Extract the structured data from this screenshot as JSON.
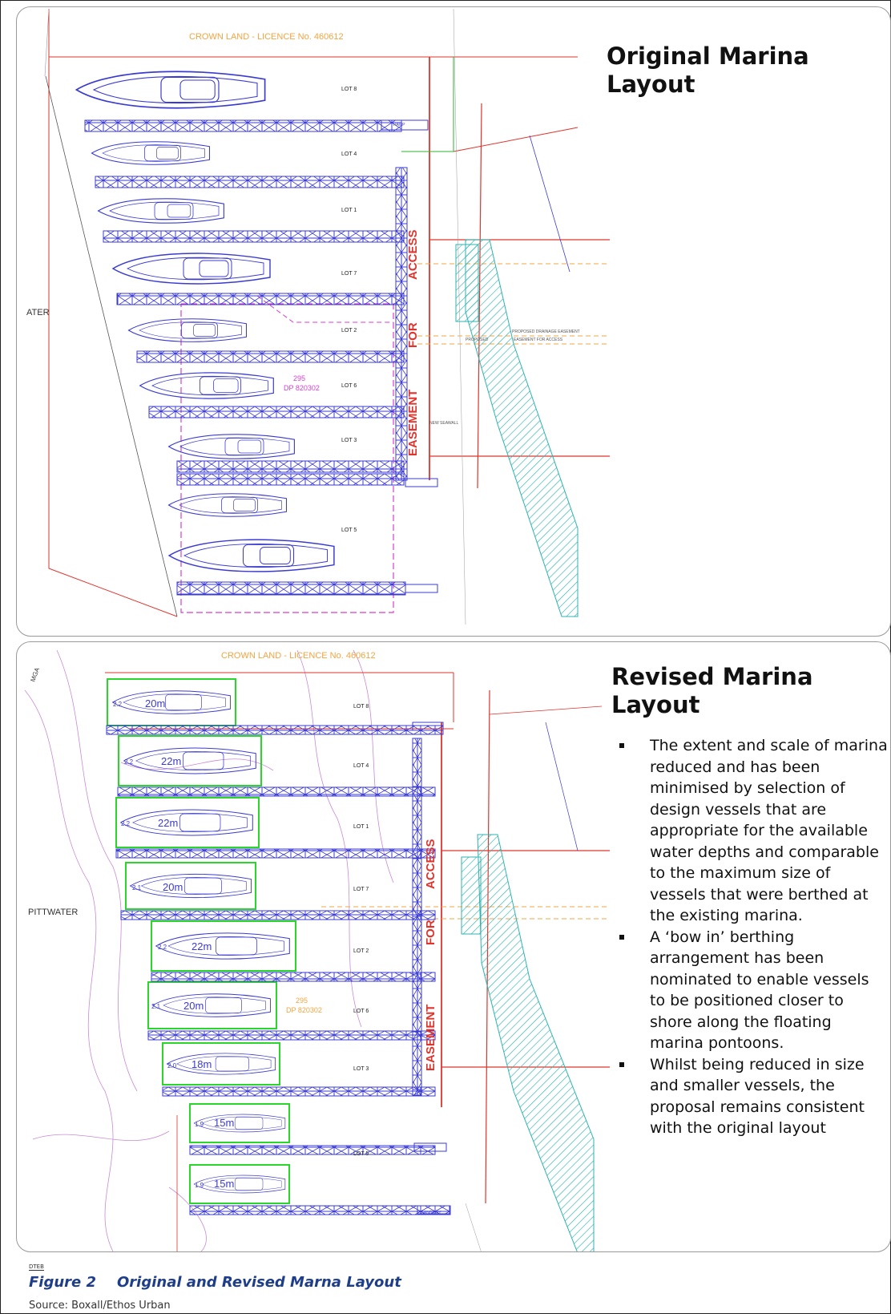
{
  "original": {
    "title": "Original Marina Layout",
    "crown_land": "CROWN LAND - LICENCE No. 460612",
    "water_label": "ATER",
    "lots": [
      "LOT 8",
      "LOT 4",
      "LOT 1",
      "LOT 7",
      "LOT 2",
      "LOT 6",
      "LOT 3",
      "LOT 5"
    ],
    "access_text": "ACCESS",
    "for_text": "FOR",
    "easement_text": "EASEMENT",
    "parcel": "295",
    "parcel_dp": "DP 820302",
    "proposed_drainage": "PROPOSED DRAINAGE EASEMENT",
    "proposed": "PROPOSED",
    "easement_for_access": "EASEMENT   FOR   ACCESS",
    "ramp": "RAMP",
    "new_seawall": "NEW SEAWALL"
  },
  "revised": {
    "title": "Revised Marina Layout",
    "crown_land": "CROWN LAND - LICENCE No. 460612",
    "water_label": "PITTWATER",
    "mga": "MGA",
    "lots": [
      "LOT 8",
      "LOT 4",
      "LOT 1",
      "LOT 7",
      "LOT 2",
      "LOT 6",
      "LOT 3",
      "LOT 5"
    ],
    "vessels": [
      {
        "beam": "2.2",
        "length": "20m"
      },
      {
        "beam": "2.2",
        "length": "22m"
      },
      {
        "beam": "2.2",
        "length": "22m"
      },
      {
        "beam": "2.1",
        "length": "20m"
      },
      {
        "beam": "2.2",
        "length": "22m"
      },
      {
        "beam": "2.1",
        "length": "20m"
      },
      {
        "beam": "2.0",
        "length": "18m"
      },
      {
        "beam": "1.9",
        "length": "15m"
      },
      {
        "beam": "1.9",
        "length": "15m"
      }
    ],
    "access_text": "ACCESS",
    "for_text": "FOR",
    "easement_text": "EASEMENT",
    "parcel": "295",
    "parcel_dp": "DP 820302",
    "gangway": "GANGWAY",
    "bullets": [
      "The extent and scale of marina reduced and has been minimised by selection of design vessels that are appropriate for the available water depths and comparable to the maximum size of vessels that were berthed at the existing marina.",
      "A ‘bow in’ berthing arrangement has been nominated to enable vessels to be positioned closer to shore along the floating marina pontoons.",
      "Whilst being reduced in size and smaller vessels, the proposal remains consistent with the original layout"
    ]
  },
  "caption": {
    "mark": "DTEB",
    "figure_number": "Figure 2",
    "figure_title": "Original and Revised Marna Layout",
    "source": "Source: Boxall/Ethos Urban"
  },
  "colors": {
    "pontoon": "#3b3bd1",
    "boundary": "#e0342c",
    "easement": "#e0342c",
    "crown_text": "#f2a541",
    "lease_line": "#d63fd0",
    "hatch": "#2fb3b0",
    "berth_box": "#2bd62b",
    "contours": "#c98ad6",
    "caption": "#1f3e8a"
  }
}
